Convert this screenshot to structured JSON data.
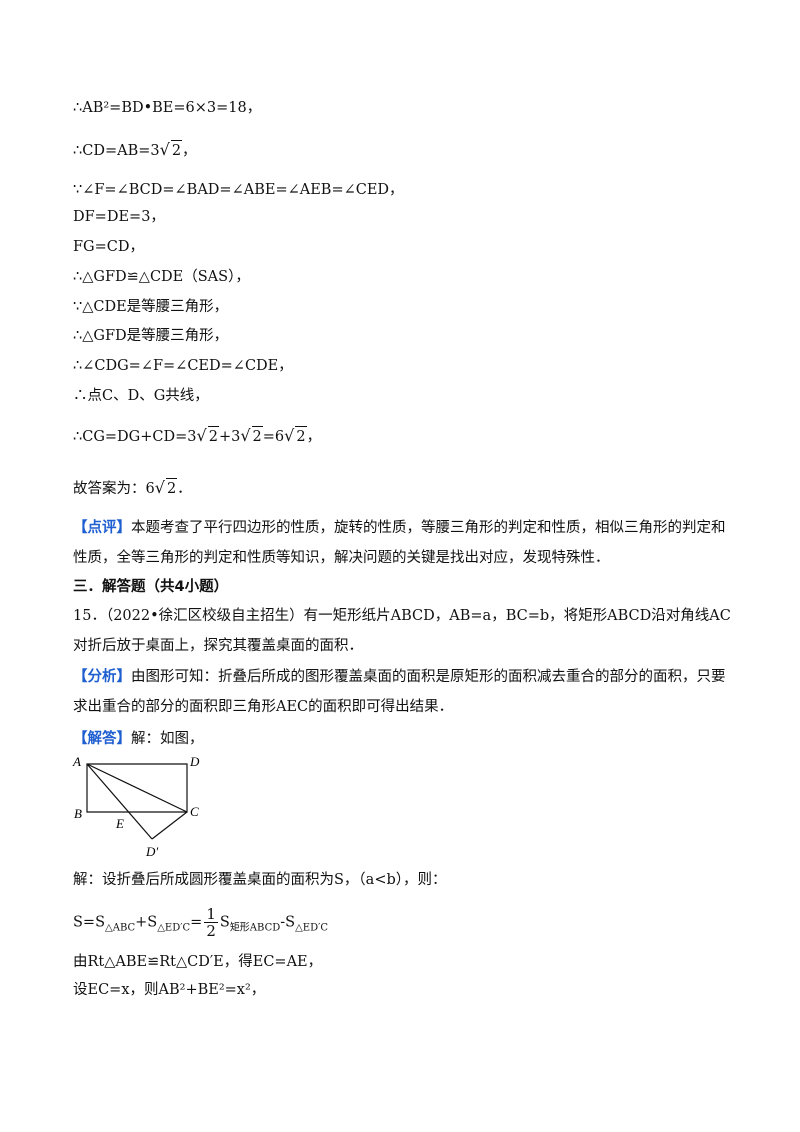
{
  "lines": {
    "l1": "∴AB²=BD•BE=6×3=18，",
    "l2_pre": "∴CD=AB=3",
    "l2_rad": "2",
    "l2_post": "，",
    "l3": "∵∠F=∠BCD=∠BAD=∠ABE=∠AEB=∠CED，",
    "l4": "DF=DE=3，",
    "l5": "FG=CD，",
    "l6": "∴△GFD≌△CDE（SAS），",
    "l7": "∵△CDE是等腰三角形，",
    "l8": "∴△GFD是等腰三角形，",
    "l9": "∴∠CDG=∠F=∠CED=∠CDE，",
    "l10": "∴点C、D、G共线，",
    "l11_pre": "∴CG=DG+CD=3",
    "l11_rad": "2",
    "l11_mid1": "+3",
    "l11_mid2": "=6",
    "l11_post": "，",
    "l12_pre": "故答案为：6",
    "l12_post": "．"
  },
  "comment": {
    "tag": "【点评】",
    "text": "本题考查了平行四边形的性质，旋转的性质，等腰三角形的判定和性质，相似三角形的判定和性质，全等三角形的判定和性质等知识，解决问题的关键是找出对应，发现特殊性．"
  },
  "section": "三．解答题（共4小题）",
  "problem15": {
    "text": "15．（2022•徐汇区校级自主招生）有一矩形纸片ABCD，AB=a，BC=b，将矩形ABCD沿对角线AC对折后放于桌面上，探究其覆盖桌面的面积．"
  },
  "analysis": {
    "tag": "【分析】",
    "text": "由图形可知：折叠后所成的图形覆盖桌面的面积是原矩形的面积减去重合的部分的面积，只要求出重合的部分的面积即三角形AEC的面积即可得出结果．"
  },
  "solution": {
    "tag": "【解答】",
    "text": "解：如图，"
  },
  "figure": {
    "labels": {
      "A": "A",
      "D": "D",
      "B": "B",
      "C": "C",
      "E": "E",
      "Dp": "D′"
    }
  },
  "after": {
    "s1": "解：设折叠后所成圆形覆盖桌面的面积为S，（a<b），则：",
    "s2_a": "S=S",
    "s2_sub1": "△ABC",
    "s2_b": "+S",
    "s2_sub2": "△ED′C",
    "s2_c": "=",
    "s2_num": "1",
    "s2_den": "2",
    "s2_d": "S",
    "s2_sub3": "矩形ABCD",
    "s2_e": "-S",
    "s2_sub4": "△ED′C",
    "s3": "由Rt△ABE≌Rt△CD′E，得EC=AE，",
    "s4": "设EC=x，则AB²+BE²=x²，"
  }
}
